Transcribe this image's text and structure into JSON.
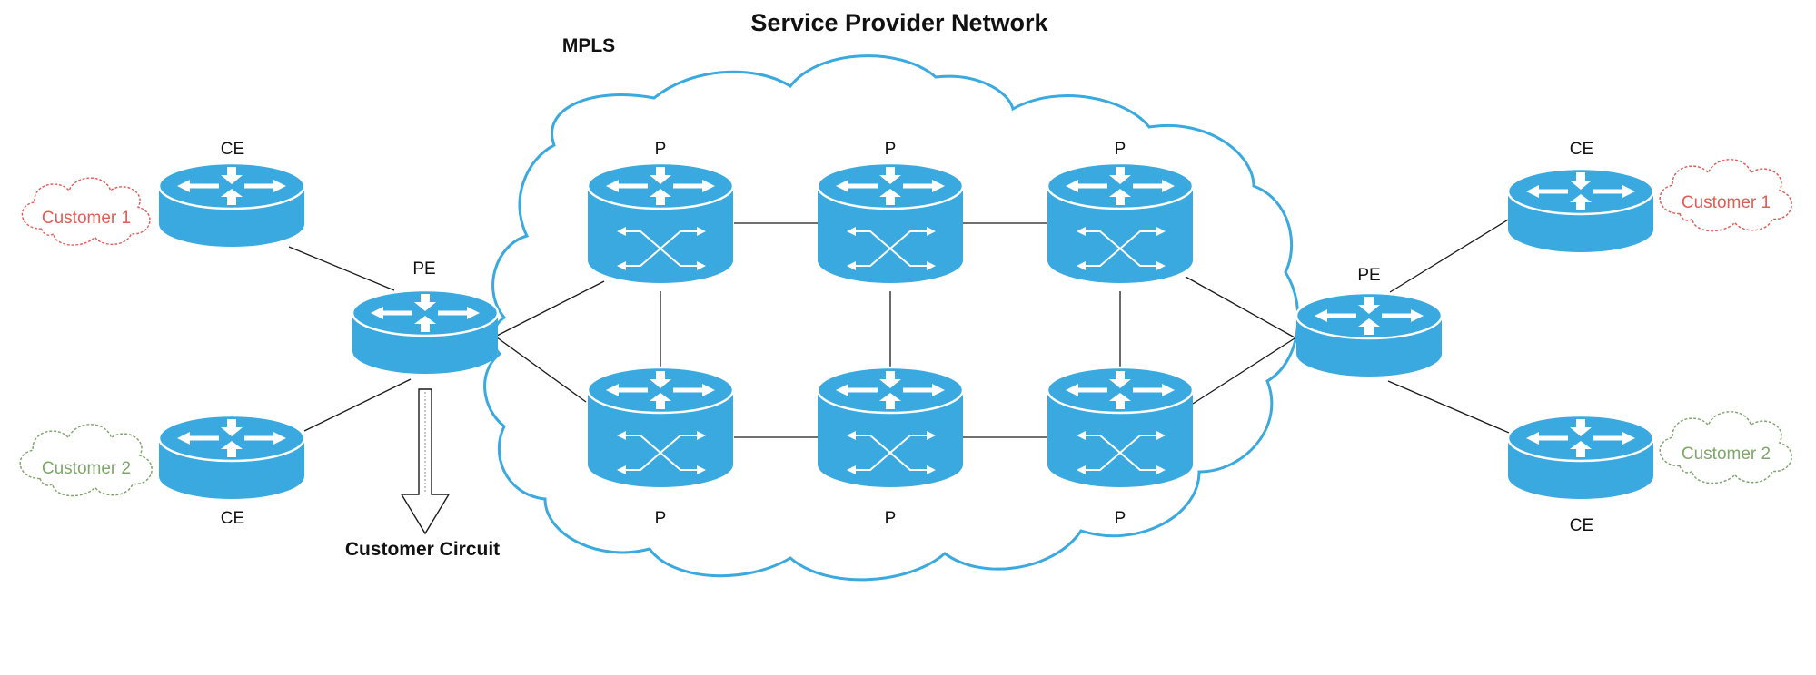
{
  "title": "Service Provider Network",
  "network_label": "MPLS",
  "circuit_label": "Customer Circuit",
  "colors": {
    "router": "#3aa9df",
    "cloud_outline": "#3aa9df",
    "customer1": "#e05c56",
    "customer2": "#7fa66a"
  },
  "nodes": {
    "ce_left_top": {
      "label": "CE",
      "type": "edge-router"
    },
    "ce_left_bottom": {
      "label": "CE",
      "type": "edge-router"
    },
    "pe_left": {
      "label": "PE",
      "type": "edge-router"
    },
    "p_top_1": {
      "label": "P",
      "type": "core-router"
    },
    "p_top_2": {
      "label": "P",
      "type": "core-router"
    },
    "p_top_3": {
      "label": "P",
      "type": "core-router"
    },
    "p_bottom_1": {
      "label": "P",
      "type": "core-router"
    },
    "p_bottom_2": {
      "label": "P",
      "type": "core-router"
    },
    "p_bottom_3": {
      "label": "P",
      "type": "core-router"
    },
    "pe_right": {
      "label": "PE",
      "type": "edge-router"
    },
    "ce_right_top": {
      "label": "CE",
      "type": "edge-router"
    },
    "ce_right_bottom": {
      "label": "CE",
      "type": "edge-router"
    }
  },
  "customers": {
    "left_top": {
      "label": "Customer 1"
    },
    "left_bottom": {
      "label": "Customer 2"
    },
    "right_top": {
      "label": "Customer 1"
    },
    "right_bottom": {
      "label": "Customer 2"
    }
  }
}
